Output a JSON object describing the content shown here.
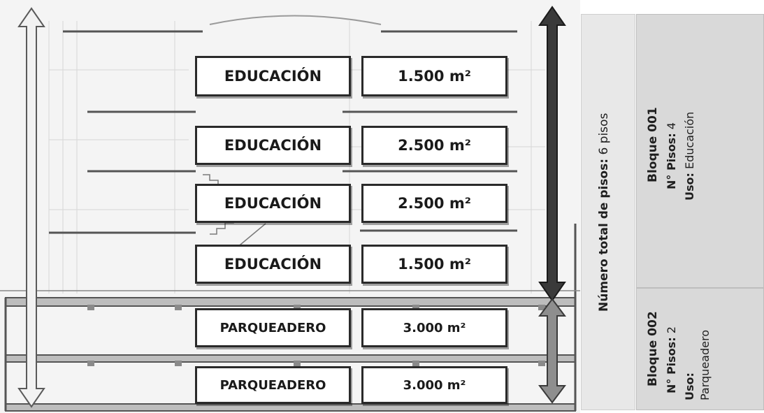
{
  "floors": [
    {
      "use": "EDUCACIÓN",
      "area": "1.500 m²"
    },
    {
      "use": "EDUCACIÓN",
      "area": "2.500 m²"
    },
    {
      "use": "EDUCACIÓN",
      "area": "2.500 m²"
    },
    {
      "use": "EDUCACIÓN",
      "area": "1.500 m²"
    },
    {
      "use": "PARQUEADERO",
      "area": "3.000 m²"
    },
    {
      "use": "PARQUEADERO",
      "area": "3.000 m²"
    }
  ],
  "total_panel": {
    "label": "Número total de pisos:",
    "value": "6 pisos"
  },
  "block_001": {
    "name": "Bloque 001",
    "floors_label": "N° Pisos:",
    "floors_value": "4",
    "use_label": "Uso:",
    "use_value": "Educación"
  },
  "block_002": {
    "name": "Bloque 002",
    "floors_label": "N° Pisos:",
    "floors_value": "2",
    "use_label": "Uso:",
    "use_value": "Parqueadero"
  },
  "colors": {
    "arrow_light": "#f2f2f2",
    "arrow_dark": "#3a3a3a",
    "panel_light": "#e8e8e8",
    "panel_gray": "#d9d9d9"
  }
}
